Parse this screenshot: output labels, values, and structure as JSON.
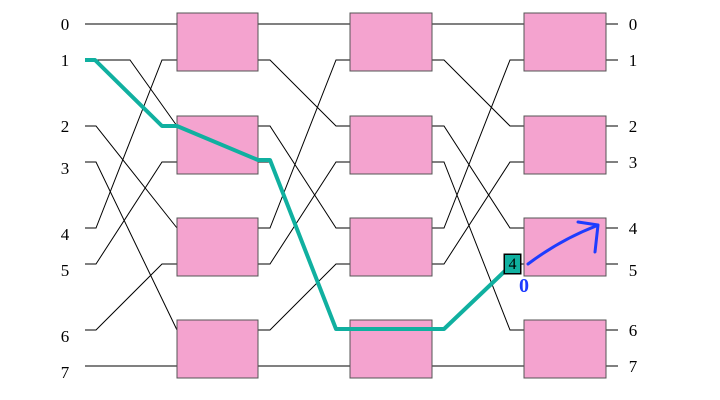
{
  "colors": {
    "box_fill": "#f4a3cf",
    "box_stroke": "#555555",
    "wire": "#000000",
    "route": "#10b0a0",
    "annotation": "#1e3cff"
  },
  "left_labels": [
    "0",
    "1",
    "2",
    "3",
    "4",
    "5",
    "6",
    "7"
  ],
  "right_labels": [
    "0",
    "1",
    "2",
    "3",
    "4",
    "5",
    "6",
    "7"
  ],
  "route_tag": "4",
  "annotation_label": "0"
}
